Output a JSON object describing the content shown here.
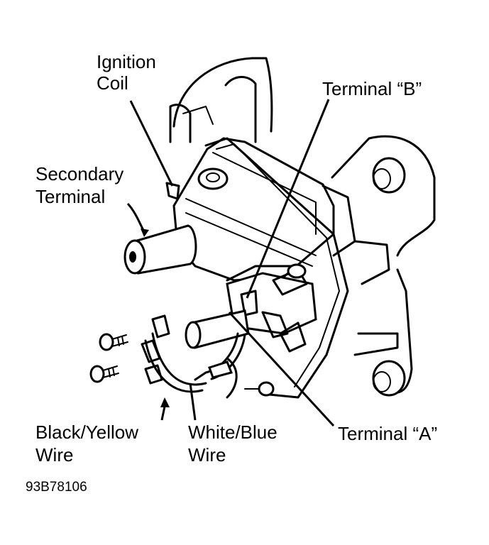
{
  "labels": {
    "ignition_coil_line1": "Ignition",
    "ignition_coil_line2": "Coil",
    "terminal_b": "Terminal “B”",
    "secondary_terminal_line1": "Secondary",
    "secondary_terminal_line2": "Terminal",
    "black_yellow_line1": "Black/Yellow",
    "black_yellow_line2": "Wire",
    "white_blue_line1": "White/Blue",
    "white_blue_line2": "Wire",
    "terminal_a": "Terminal “A”"
  },
  "figure_code": "93B78106",
  "colors": {
    "ink": "#000000",
    "paper": "#ffffff"
  }
}
